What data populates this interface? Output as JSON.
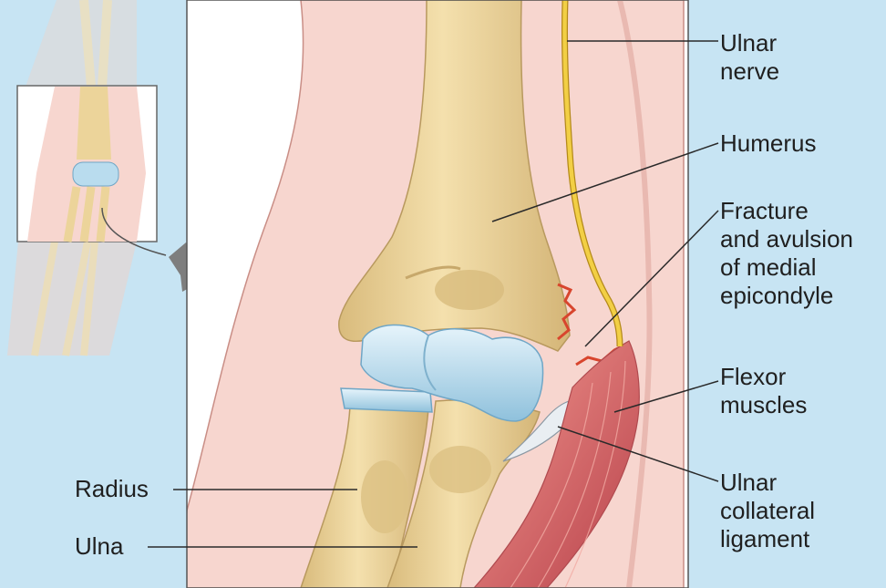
{
  "labels": {
    "ulnar_nerve": "Ulnar\nnerve",
    "humerus": "Humerus",
    "fracture": "Fracture\nand avulsion\nof medial\nepicondyle",
    "flexor_muscles": "Flexor\nmuscles",
    "ulnar_collateral_ligament": "Ulnar\ncollateral\nligament",
    "radius": "Radius",
    "ulna": "Ulna"
  },
  "colors": {
    "background": "#c7e4f3",
    "skin": "#f7d6cf",
    "skin_outline": "#c98e86",
    "bone": "#ecd49a",
    "bone_shadow": "#cdb174",
    "cartilage": "#b9dcee",
    "nerve": "#f2cf45",
    "muscle": "#d9676a",
    "fracture": "#d8452d",
    "ligament": "#e9eef2",
    "leader": "#2a2a2a"
  }
}
